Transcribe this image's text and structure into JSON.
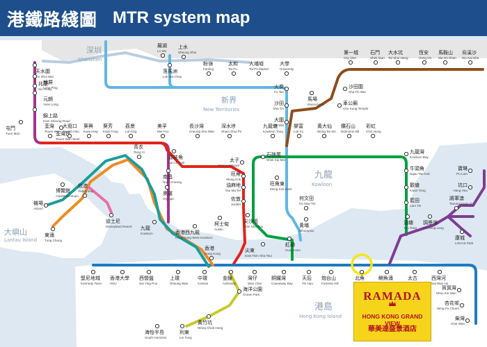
{
  "header": {
    "title_zh": "港鐵路綫圖",
    "title_en": "MTR system map"
  },
  "regions": {
    "shenzhen": {
      "zh": "深圳",
      "en": "Shenzhen"
    },
    "new_territories": {
      "zh": "新界",
      "en": "New Territories"
    },
    "kowloon": {
      "zh": "九龍",
      "en": "Kowloon"
    },
    "hk_island": {
      "zh": "港島",
      "en": "Hong Kong Island"
    },
    "lantau": {
      "zh": "大嶼山",
      "en": "Lantau Island"
    }
  },
  "colors": {
    "east_rail": "#62b6e3",
    "tsuen_wan": "#e2231a",
    "kwun_tong": "#00a040",
    "island": "#1f7ac3",
    "tseung_kwan_o": "#7e3c93",
    "ma_on_shan": "#8e4d1c",
    "west_rail": "#a4338b",
    "tung_chung": "#f08a24",
    "airport_express": "#1a9d9a",
    "south_island": "#c5cb2e",
    "disneyland": "#e96fa8",
    "highlight": "#f6e61a"
  },
  "stations": [
    {
      "id": "tin-shui-wai",
      "zh": "天水圍",
      "en": "Tin Shui Wai"
    },
    {
      "id": "long-ping",
      "zh": "朗屏",
      "en": "Long Ping"
    },
    {
      "id": "siu-hong",
      "zh": "兆康",
      "en": "Siu Hong"
    },
    {
      "id": "yuen-long",
      "zh": "元朗",
      "en": "Yuen Long"
    },
    {
      "id": "kam-sheung-road",
      "zh": "錦上路",
      "en": "Kam Sheung Road"
    },
    {
      "id": "tuen-mun",
      "zh": "屯門",
      "en": "Tuen Mun"
    },
    {
      "id": "tsuen-wan-west",
      "zh": "荃灣西",
      "en": "Tsuen Wan West"
    },
    {
      "id": "lo-wu",
      "zh": "羅湖",
      "en": "Lo Wu"
    },
    {
      "id": "lok-ma-chau",
      "zh": "落馬洲",
      "en": "Lok Ma Chau"
    },
    {
      "id": "sheung-shui",
      "zh": "上水",
      "en": "Sheung Shui"
    },
    {
      "id": "fanling",
      "zh": "粉嶺",
      "en": "Fanling"
    },
    {
      "id": "tai-po",
      "zh": "太和",
      "en": "Tai Po"
    },
    {
      "id": "tai-po-market",
      "zh": "大埔墟",
      "en": "Tai Po Market"
    },
    {
      "id": "university",
      "zh": "大學",
      "en": "University"
    },
    {
      "id": "fo-tan",
      "zh": "火炭",
      "en": "Fo Tan"
    },
    {
      "id": "racecourse",
      "zh": "馬場",
      "en": "Racecourse"
    },
    {
      "id": "sha-tin",
      "zh": "沙田",
      "en": "Sha Tin"
    },
    {
      "id": "tai-wai",
      "zh": "大圍",
      "en": "Tai Wai"
    },
    {
      "id": "city-one",
      "zh": "第一城",
      "en": "City One"
    },
    {
      "id": "shek-mun",
      "zh": "石門",
      "en": "Shek Mun"
    },
    {
      "id": "tai-shui-hang",
      "zh": "大水坑",
      "en": "Tai Shui Hang"
    },
    {
      "id": "heng-on",
      "zh": "恆安",
      "en": "Heng On"
    },
    {
      "id": "ma-on-shan",
      "zh": "馬鞍山",
      "en": "Ma On Shan"
    },
    {
      "id": "wu-kai-sha",
      "zh": "烏溪沙",
      "en": "Wu Kai Sha"
    },
    {
      "id": "sha-tin-wai",
      "zh": "沙田圍",
      "en": "Sha Tin Wai"
    },
    {
      "id": "che-kung-temple",
      "zh": "車公廟",
      "en": "Che Kung Temple"
    },
    {
      "id": "tsuen-wan",
      "zh": "荃灣",
      "en": "Tsuen Wan"
    },
    {
      "id": "tai-wo-hau",
      "zh": "大窩口",
      "en": "Tai Wo Hau"
    },
    {
      "id": "kwai-hing",
      "zh": "葵興",
      "en": "Kwai Hing"
    },
    {
      "id": "kwai-fong",
      "zh": "葵芳",
      "en": "Kwai Fong"
    },
    {
      "id": "lai-king",
      "zh": "荔景",
      "en": "Lai King"
    },
    {
      "id": "mei-foo",
      "zh": "美孚",
      "en": "Mei Foo"
    },
    {
      "id": "cheung-sha-wan",
      "zh": "長沙灣",
      "en": "Cheung Sha Wan"
    },
    {
      "id": "sham-shui-po",
      "zh": "深水埗",
      "en": "Sham Shui Po"
    },
    {
      "id": "kowloon-tong",
      "zh": "九龍塘",
      "en": "Kowloon Tong"
    },
    {
      "id": "lok-fu",
      "zh": "樂富",
      "en": "Lok Fu"
    },
    {
      "id": "wong-tai-sin",
      "zh": "黃大仙",
      "en": "Wong Tai Sin"
    },
    {
      "id": "diamond-hill",
      "zh": "鑽石山",
      "en": "Diamond Hill"
    },
    {
      "id": "choi-hung",
      "zh": "彩虹",
      "en": "Choi Hung"
    },
    {
      "id": "kowloon-bay",
      "zh": "九龍灣",
      "en": "Kowloon Bay"
    },
    {
      "id": "ngau-tau-kok",
      "zh": "牛頭角",
      "en": "Ngau Tau Kok"
    },
    {
      "id": "kwun-tong",
      "zh": "觀塘",
      "en": "Kwun Tong"
    },
    {
      "id": "lam-tin",
      "zh": "藍田",
      "en": "Lam Tin"
    },
    {
      "id": "yau-tong",
      "zh": "油塘",
      "en": "Yau Tong"
    },
    {
      "id": "tiu-keng-leng",
      "zh": "調景嶺",
      "en": "Tiu Keng Leng"
    },
    {
      "id": "tseung-kwan-o",
      "zh": "將軍澳",
      "en": "Tseung Kwan O"
    },
    {
      "id": "hang-hau",
      "zh": "坑口",
      "en": "Hang Hau"
    },
    {
      "id": "po-lam",
      "zh": "寶琳",
      "en": "Po Lam"
    },
    {
      "id": "lohas-park",
      "zh": "康城",
      "en": "LOHAS Park"
    },
    {
      "id": "lai-chi-kok",
      "zh": "荔枝角",
      "en": "Lai Chi Kok"
    },
    {
      "id": "nam-cheong",
      "zh": "南昌",
      "en": "Nam Cheong"
    },
    {
      "id": "olympic",
      "zh": "奧運",
      "en": "Olympic"
    },
    {
      "id": "kowloon",
      "zh": "九龍",
      "en": "Kowloon"
    },
    {
      "id": "austin",
      "zh": "柯士甸",
      "en": "Austin"
    },
    {
      "id": "hk-west-kowloon",
      "zh": "香港西九龍",
      "en": "Hong Kong West Kowloon"
    },
    {
      "id": "prince-edward",
      "zh": "太子",
      "en": "Prince Edward"
    },
    {
      "id": "shek-kip-mei",
      "zh": "石硤尾",
      "en": "Shek Kip Mei"
    },
    {
      "id": "mong-kok",
      "zh": "旺角",
      "en": "Mong Kok"
    },
    {
      "id": "mong-kok-east",
      "zh": "旺角東",
      "en": "Mong Kok East"
    },
    {
      "id": "yau-ma-tei",
      "zh": "油麻地",
      "en": "Yau Ma Tei"
    },
    {
      "id": "ho-man-tin",
      "zh": "何文田",
      "en": "Ho Man Tin"
    },
    {
      "id": "whampoa",
      "zh": "黃埔",
      "en": "Whampoa"
    },
    {
      "id": "jordan",
      "zh": "佐敦",
      "en": "Jordan"
    },
    {
      "id": "tsim-sha-tsui",
      "zh": "尖沙咀",
      "en": "Tsim Sha Tsui"
    },
    {
      "id": "east-tsim-sha-tsui",
      "zh": "尖東",
      "en": "East Tsim Sha Tsui"
    },
    {
      "id": "hung-hom",
      "zh": "紅磡",
      "en": "Hung Hom"
    },
    {
      "id": "tsing-yi",
      "zh": "青衣",
      "en": "Tsing Yi"
    },
    {
      "id": "asiaworld-expo",
      "zh": "博覽館",
      "en": "AsiaWorld-Expo"
    },
    {
      "id": "airport",
      "zh": "機場",
      "en": "Airport"
    },
    {
      "id": "sunny-bay",
      "zh": "欣澳",
      "en": "Sunny Bay"
    },
    {
      "id": "disneyland",
      "zh": "迪士尼",
      "en": "Disneyland Resort"
    },
    {
      "id": "tung-chung",
      "zh": "東涌",
      "en": "Tung Chung"
    },
    {
      "id": "hong-kong",
      "zh": "香港",
      "en": "Hong Kong"
    },
    {
      "id": "kennedy-town",
      "zh": "堅尼地城",
      "en": "Kennedy Town"
    },
    {
      "id": "hku",
      "zh": "香港大學",
      "en": "HKU"
    },
    {
      "id": "sai-ying-pun",
      "zh": "西營盤",
      "en": "Sai Ying Pun"
    },
    {
      "id": "sheung-wan",
      "zh": "上環",
      "en": "Sheung Wan"
    },
    {
      "id": "central",
      "zh": "中環",
      "en": "Central"
    },
    {
      "id": "admiralty",
      "zh": "金鐘",
      "en": "Admiralty"
    },
    {
      "id": "wan-chai",
      "zh": "灣仔",
      "en": "Wan Chai"
    },
    {
      "id": "causeway-bay",
      "zh": "銅鑼灣",
      "en": "Causeway Bay"
    },
    {
      "id": "tin-hau",
      "zh": "天后",
      "en": "Tin Hau"
    },
    {
      "id": "fortress-hill",
      "zh": "炮台山",
      "en": "Fortress Hill"
    },
    {
      "id": "north-point",
      "zh": "北角",
      "en": "North Point"
    },
    {
      "id": "quarry-bay",
      "zh": "鰂魚涌",
      "en": "Quarry Bay"
    },
    {
      "id": "tai-koo",
      "zh": "太古",
      "en": "Tai Koo"
    },
    {
      "id": "sai-wan-ho",
      "zh": "西灣河",
      "en": "Sai Wan Ho"
    },
    {
      "id": "shau-kei-wan",
      "zh": "筲箕灣",
      "en": "Shau Kei Wan"
    },
    {
      "id": "heng-fa-chuen",
      "zh": "杏花邨",
      "en": "Heng Fa Chuen"
    },
    {
      "id": "chai-wan",
      "zh": "柴灣",
      "en": "Chai Wan"
    },
    {
      "id": "ocean-park",
      "zh": "海洋公園",
      "en": "Ocean Park"
    },
    {
      "id": "wong-chuk-hang",
      "zh": "黃竹坑",
      "en": "Wong Chuk Hang"
    },
    {
      "id": "lei-tung",
      "zh": "利東",
      "en": "Lei Tung"
    },
    {
      "id": "south-horizons",
      "zh": "海怡半島",
      "en": "South Horizons"
    }
  ],
  "ramada": {
    "brand": "RAMADA",
    "sub": "HONG KONG GRAND VIEW",
    "zh": "華美達盛景酒店"
  }
}
